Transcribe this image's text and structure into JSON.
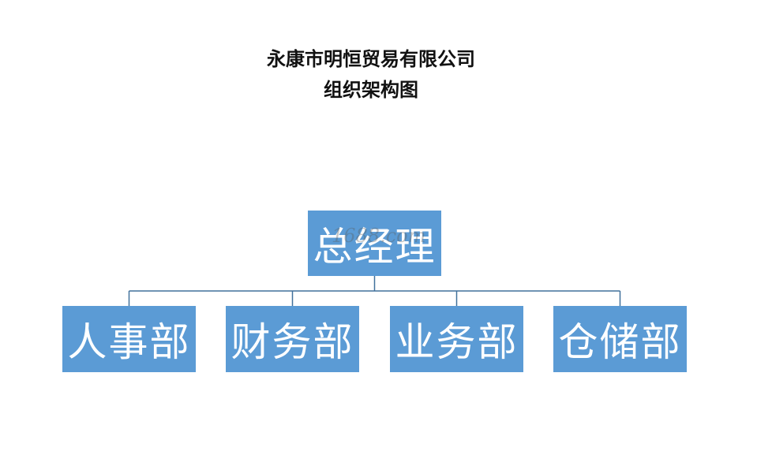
{
  "title": {
    "line1": "永康市明恒贸易有限公司",
    "line2": "组织架构图"
  },
  "org_chart": {
    "root": "总经理",
    "children": [
      "人事部",
      "财务部",
      "业务部",
      "仓储部"
    ]
  },
  "watermark": "1688.com",
  "colors": {
    "box_fill": "#5b9bd5",
    "box_text": "#ffffff",
    "connector": "#41719c",
    "title_text": "#111111"
  }
}
